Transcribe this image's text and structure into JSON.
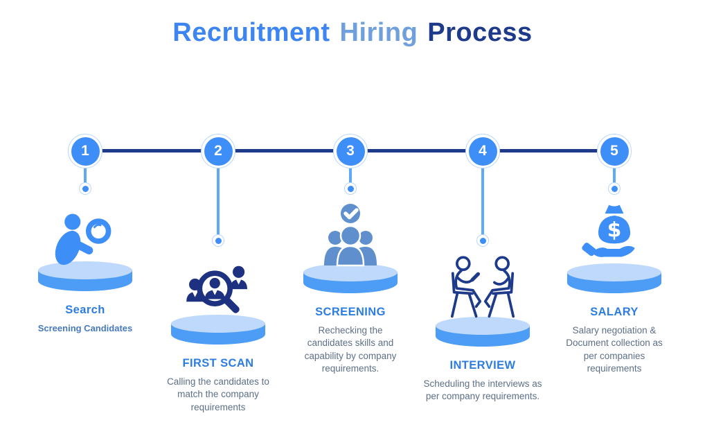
{
  "title": {
    "part1": "Recruitment",
    "part2": "Hiring",
    "part3": "Process"
  },
  "palette": {
    "accent_blue": "#3d8ef7",
    "muted_title_blue": "#6f9fdd",
    "navy": "#1e3a8a",
    "dark_icon_navy": "#1e3181",
    "platform_top": "#bed9fc",
    "platform_side": "#4d9df7",
    "step_title_blue": "#2d7de1",
    "description_gray": "#5d6f87",
    "group_icon_blue": "#5f8fcd",
    "connector_blue": "#60a9f7"
  },
  "steps": [
    {
      "number": "1",
      "title": "Search",
      "description": "Screening Candidates",
      "icon": "search-person-icon"
    },
    {
      "number": "2",
      "title": "FIRST SCAN",
      "description": "Calling the candidates to match the company requirements",
      "icon": "candidate-scan-icon"
    },
    {
      "number": "3",
      "title": "SCREENING",
      "description": "Rechecking the candidates skills and capability by company requirements.",
      "icon": "group-check-icon"
    },
    {
      "number": "4",
      "title": "INTERVIEW",
      "description": "Scheduling the interviews as per company requirements.",
      "icon": "interview-chairs-icon"
    },
    {
      "number": "5",
      "title": "SALARY",
      "description": "Salary negotiation & Document collection as per companies requirements",
      "icon": "money-bag-hand-icon"
    }
  ]
}
